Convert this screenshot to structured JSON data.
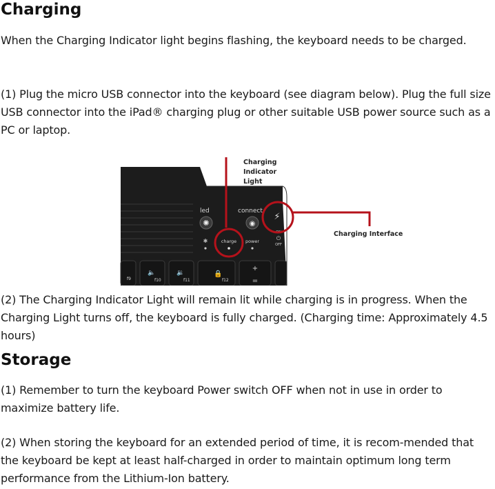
{
  "charging": {
    "heading": "Charging",
    "intro": "When the Charging Indicator light begins flashing, the keyboard needs to be charged.",
    "step1": "(1) Plug the micro USB connector into the keyboard (see diagram below).  Plug the full size USB connector into the iPad® charging plug or other suitable USB power source such as a PC or laptop.",
    "step2": "(2) The Charging Indicator Light will remain lit while charging is in progress. When the Charging Light turns off, the keyboard is fully charged. (Charging time: Approximately 4.5 hours)"
  },
  "diagram": {
    "callout_light": [
      "Charging",
      "Indicator",
      "Light"
    ],
    "callout_interface": "Charging Interface",
    "panel_labels": {
      "led": "led",
      "connect": "connect",
      "charge": "charge",
      "power": "power",
      "on": "ON",
      "off": "OFF"
    },
    "keys": [
      "f9",
      "f10",
      "f11",
      "f12",
      "+",
      "="
    ],
    "highlight_color": "#b5121b"
  },
  "storage": {
    "heading": "Storage",
    "step1": "(1) Remember to turn the keyboard Power switch OFF when not in use in order to maximize battery life.",
    "step2": "(2) When storing the keyboard for an extended period of time, it is recom-mended that the keyboard be kept at least half-charged in order to maintain optimum long term performance from the Lithium-Ion battery."
  }
}
